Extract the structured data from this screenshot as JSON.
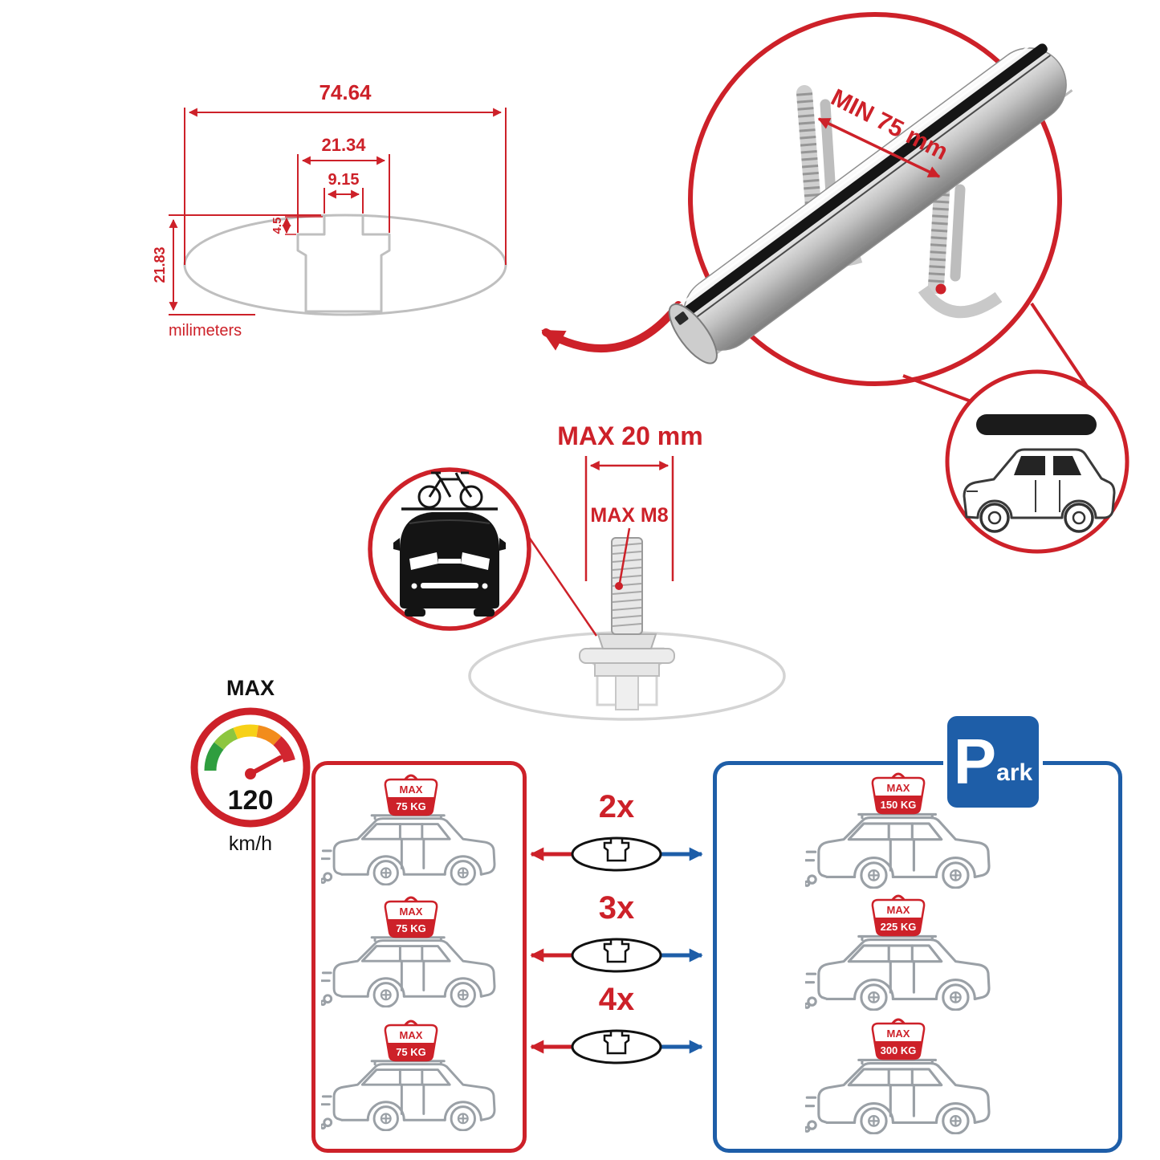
{
  "colors": {
    "red": "#cd2129",
    "blue": "#1e5ea8",
    "bar_silver": "#c2c2c2",
    "line_gray": "#9aa0a6"
  },
  "cross_section": {
    "total_width": "74.64",
    "channel_width": "21.34",
    "slot_width": "9.15",
    "slot_depth": "4.5",
    "total_height": "21.83",
    "units": "milimeters"
  },
  "bar": {
    "min_span": "MIN 75 mm"
  },
  "bolt": {
    "max_length": "MAX 20 mm",
    "max_thread": "MAX M8"
  },
  "speed": {
    "label": "MAX",
    "value": "120",
    "units": "km/h"
  },
  "parking": {
    "p": "P",
    "ark": "ark"
  },
  "rows": [
    {
      "multiplier": "2x",
      "left": {
        "max": "MAX",
        "kg": "75 KG"
      },
      "right": {
        "max": "MAX",
        "kg": "150 KG"
      }
    },
    {
      "multiplier": "3x",
      "left": {
        "max": "MAX",
        "kg": "75 KG"
      },
      "right": {
        "max": "MAX",
        "kg": "225 KG"
      }
    },
    {
      "multiplier": "4x",
      "left": {
        "max": "MAX",
        "kg": "75 KG"
      },
      "right": {
        "max": "MAX",
        "kg": "300 KG"
      }
    }
  ]
}
